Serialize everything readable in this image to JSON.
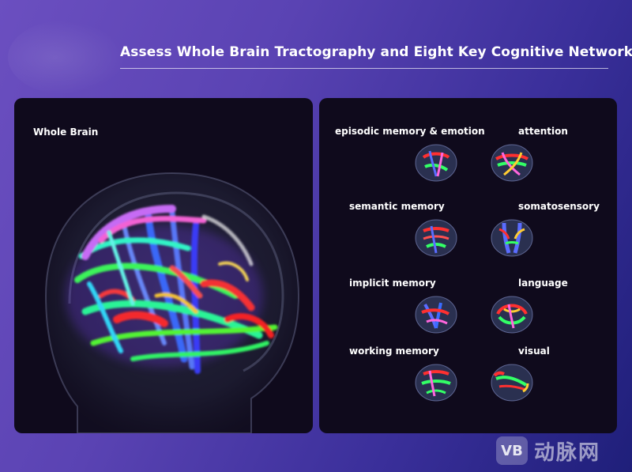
{
  "header": {
    "title": "Assess Whole Brain Tractography and Eight Key Cognitive Network"
  },
  "left_panel": {
    "label": "Whole Brain"
  },
  "networks": [
    {
      "label": "episodic memory & emotion"
    },
    {
      "label": "attention"
    },
    {
      "label": "semantic memory"
    },
    {
      "label": "somatosensory"
    },
    {
      "label": "implicit memory"
    },
    {
      "label": "language"
    },
    {
      "label": "working memory"
    },
    {
      "label": "visual"
    }
  ],
  "watermark": {
    "logo_text": "VB",
    "text": "动脉网"
  },
  "colors": {
    "background_start": "#6b4fc0",
    "background_end": "#1f1f7a",
    "panel": "#0f0a1c",
    "fiber_red": "#ff2a2a",
    "fiber_green": "#3cff3c",
    "fiber_blue": "#3a5cff"
  }
}
